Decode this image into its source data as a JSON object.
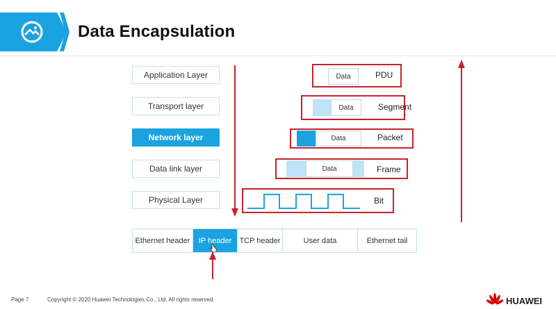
{
  "slide": {
    "title": "Data Encapsulation",
    "layers": [
      {
        "label": "Application Layer",
        "active": false
      },
      {
        "label": "Transport layer",
        "active": false
      },
      {
        "label": "Network layer",
        "active": true
      },
      {
        "label": "Data link layer",
        "active": false
      },
      {
        "label": "Physical Layer",
        "active": false
      }
    ],
    "pdus": [
      {
        "label": "PDU",
        "data_text": "Data"
      },
      {
        "label": "Segment",
        "data_text": "Data"
      },
      {
        "label": "Packet",
        "data_text": "Data"
      },
      {
        "label": "Frame",
        "data_text": "Data"
      },
      {
        "label": "Bit"
      }
    ],
    "frame_fields": [
      {
        "label": "Ethernet header"
      },
      {
        "label": "IP header"
      },
      {
        "label": "TCP header"
      },
      {
        "label": "User data"
      },
      {
        "label": "Ethernet tail"
      }
    ]
  },
  "footer": {
    "page": "Page 7",
    "copyright": "Copyright © 2020 Huawei Technologies Co., Ltd. All rights reserved.",
    "brand": "HUAWEI"
  },
  "colors": {
    "accent": "#1aa3e0",
    "light_accent": "#bfe3f7",
    "frame_red": "#c8212b",
    "arrow_red": "#c8212b"
  },
  "icons": {
    "title_logo": "image-icon",
    "brand_logo": "huawei-flower-icon",
    "cursor": "hand-cursor-icon"
  }
}
